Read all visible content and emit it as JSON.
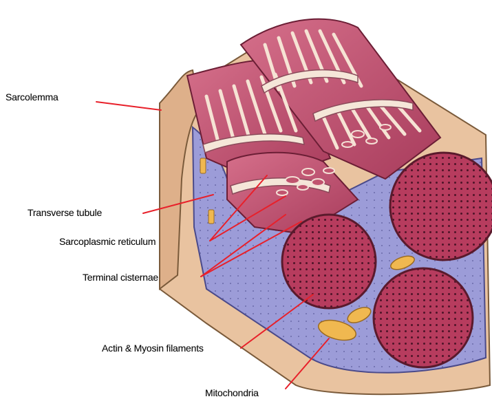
{
  "diagram": {
    "labels": {
      "sarcolemma": "Sarcolemma",
      "transverse_tubule": "Transverse tubule",
      "sarcoplasmic_reticulum": "Sarcoplasmic reticulum",
      "terminal_cisternae": "Terminal cisternae",
      "actin_myosin": "Actin & Myosin filaments",
      "mitochondria": "Mitochondria"
    },
    "colors": {
      "leader_line": "#e8202a",
      "sarcolemma": "#e9c3a0",
      "cytoplasm": "#9a9ad6",
      "myofibril": "#b83a5c",
      "reticulum": "#c25a73",
      "mitochondria": "#f0b850"
    }
  }
}
